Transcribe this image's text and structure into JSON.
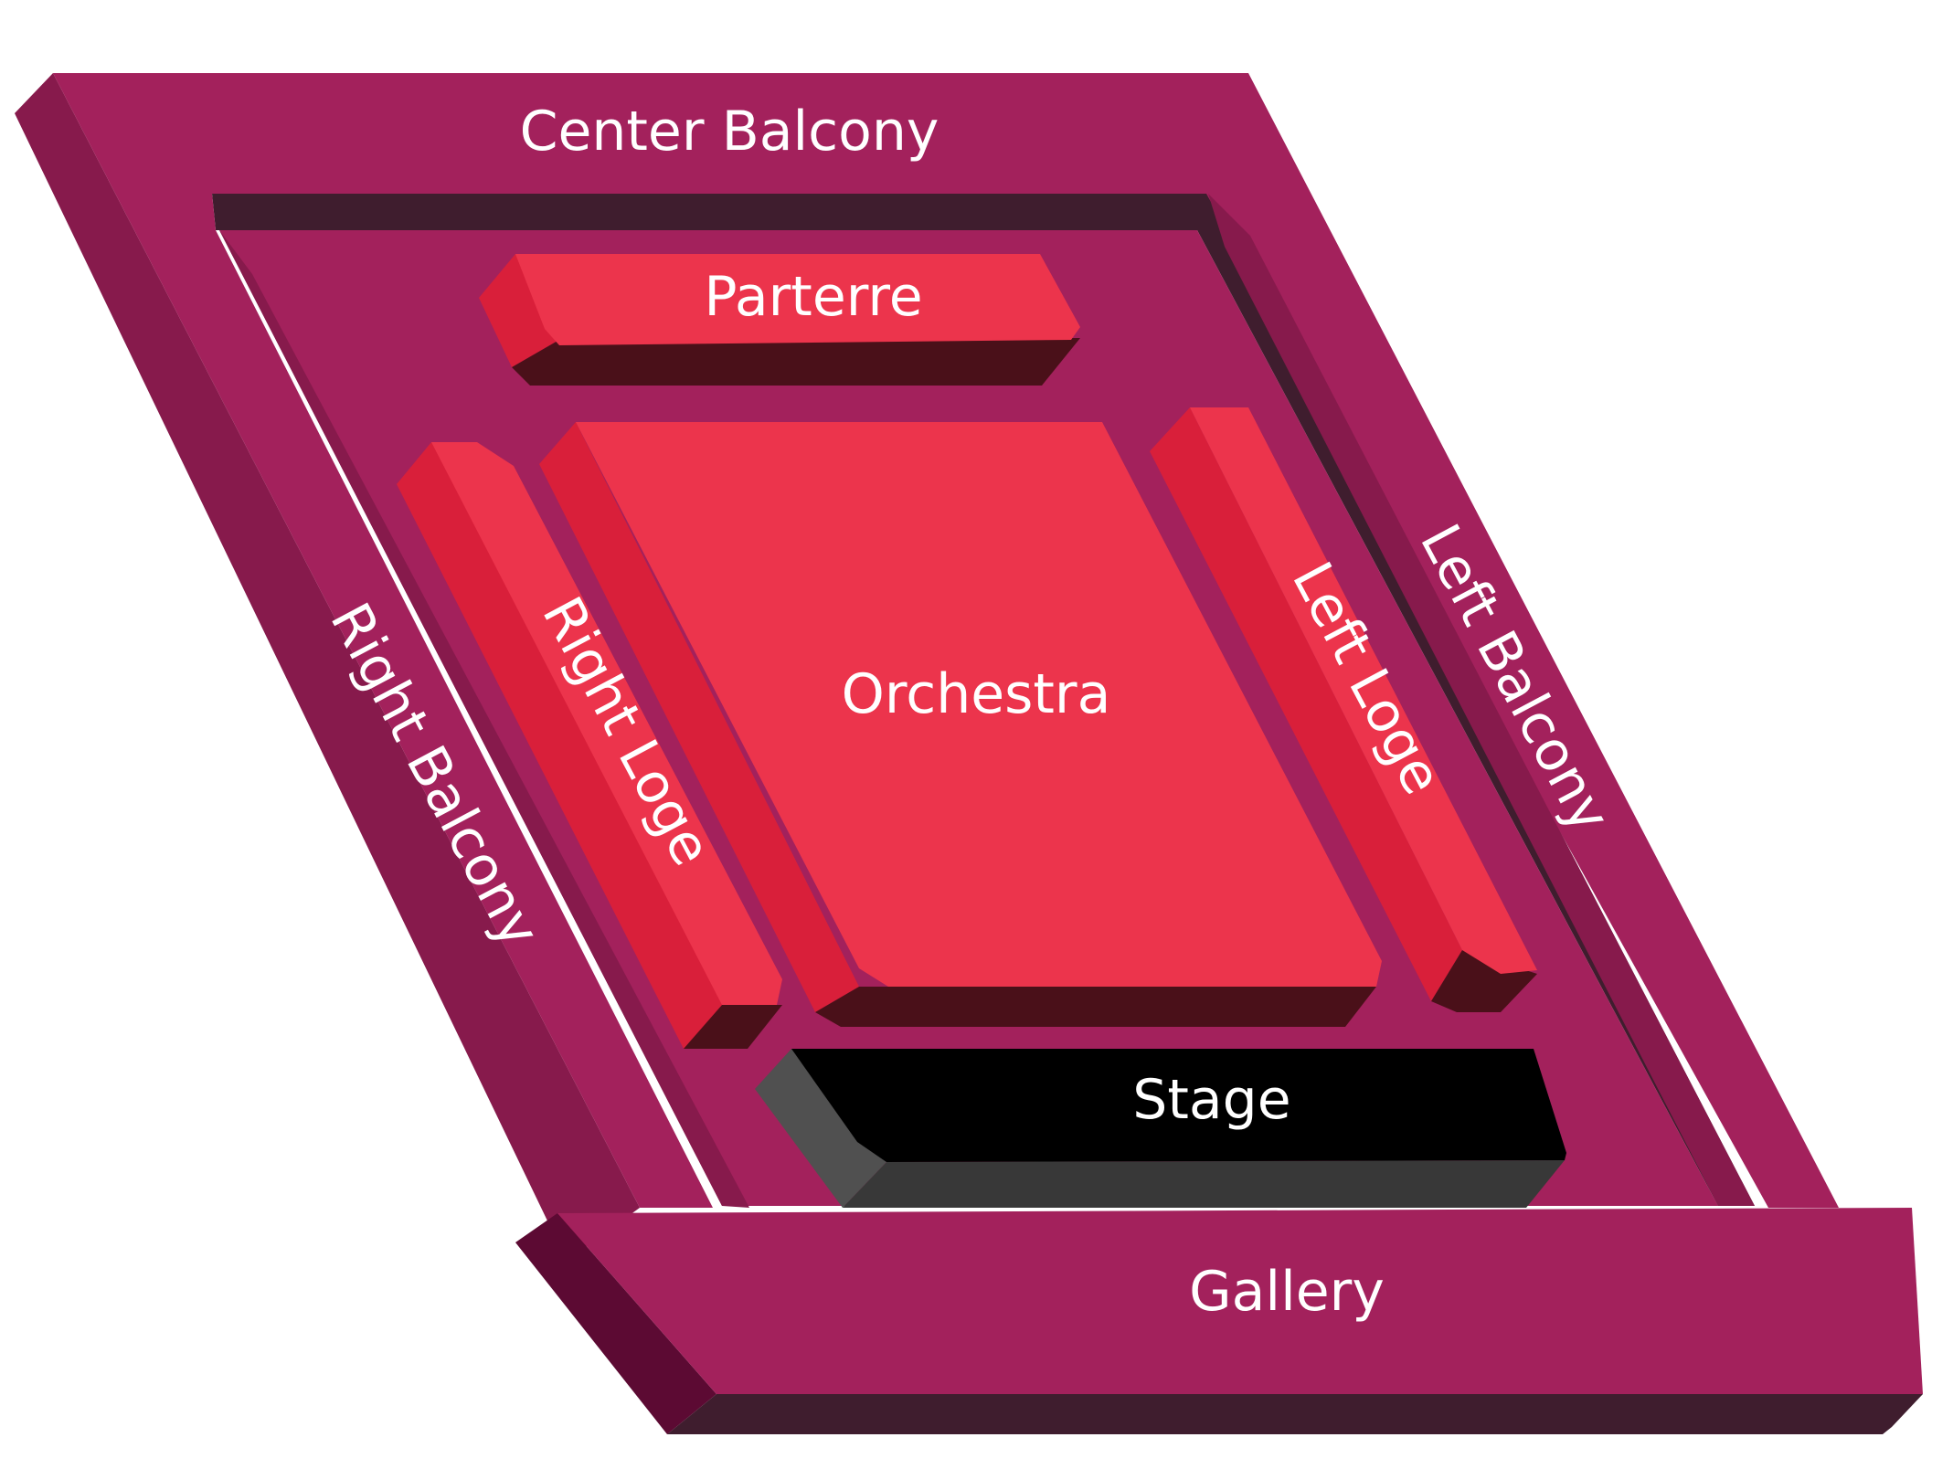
{
  "seating_chart": {
    "sections": {
      "center_balcony": {
        "label": "Center Balcony"
      },
      "parterre": {
        "label": "Parterre"
      },
      "orchestra": {
        "label": "Orchestra"
      },
      "right_loge": {
        "label": "Right Loge"
      },
      "left_loge": {
        "label": "Left Loge"
      },
      "right_balcony": {
        "label": "Right Balcony"
      },
      "left_balcony": {
        "label": "Left Balcony"
      },
      "stage": {
        "label": "Stage"
      },
      "gallery": {
        "label": "Gallery"
      }
    },
    "colors": {
      "balcony_top": "#a3215c",
      "balcony_side": "#871a4c",
      "balcony_edge": "#3f1d2e",
      "seating_top": "#ec344c",
      "seating_side": "#d91f3a",
      "seating_edge": "#4a1019",
      "stage_top": "#000000",
      "stage_side": "#505050",
      "stage_edge": "#383838",
      "label_text": "#ffffff"
    }
  }
}
